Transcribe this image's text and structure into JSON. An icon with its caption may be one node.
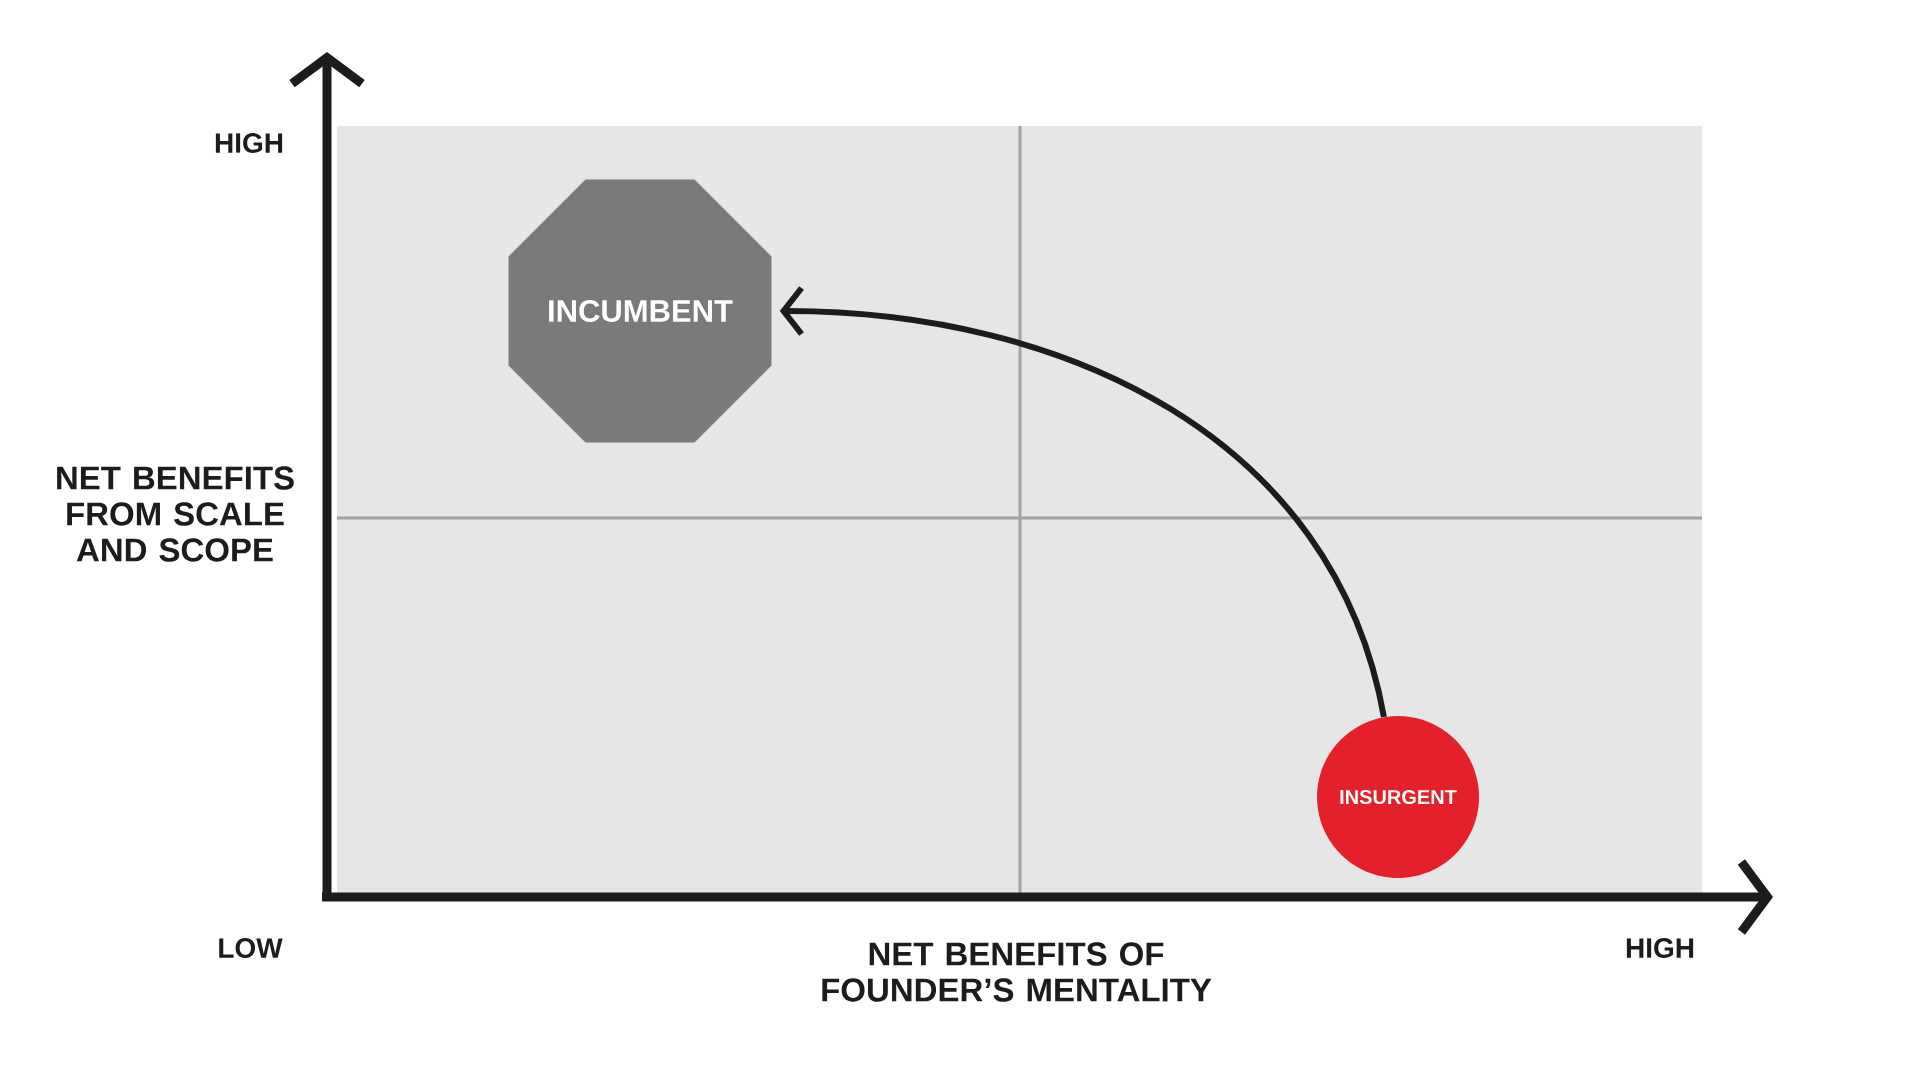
{
  "diagram": {
    "nodes": [
      {
        "text": [
          "INCUMBENT"
        ]
      },
      {
        "text": [
          "INSURGENT"
        ]
      }
    ],
    "edges": [
      {
        "from": 1,
        "to": 0,
        "arrow": "to"
      }
    ],
    "labels": [
      "HIGH",
      "NET BENEFITS FROM SCALE AND SCOPE",
      "LOW",
      "NET BENEFITS OF FOUNDER’S MENTALITY",
      "HIGH"
    ]
  }
}
